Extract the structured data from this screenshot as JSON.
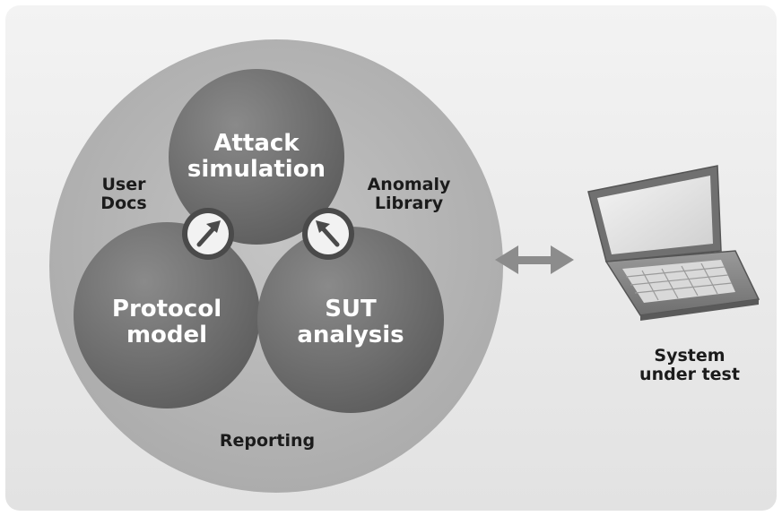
{
  "diagram": {
    "nodes": {
      "attack": "Attack\nsimulation",
      "protocol": "Protocol\nmodel",
      "sut": "SUT\nanalysis"
    },
    "labels": {
      "user_docs": "User\nDocs",
      "anomaly_library": "Anomaly\nLibrary",
      "reporting": "Reporting"
    },
    "system_label": "System\nunder test",
    "connector": "bidirectional-arrow",
    "icons": {
      "left_badge": "arrow-up-right-icon",
      "right_badge": "arrow-up-left-icon",
      "device": "laptop-icon"
    },
    "colors": {
      "outer_circle": "#b6b6b6",
      "node_circle": "#6e6e6e",
      "badge": "#4a4a4a",
      "connector": "#8c8c8c"
    }
  }
}
